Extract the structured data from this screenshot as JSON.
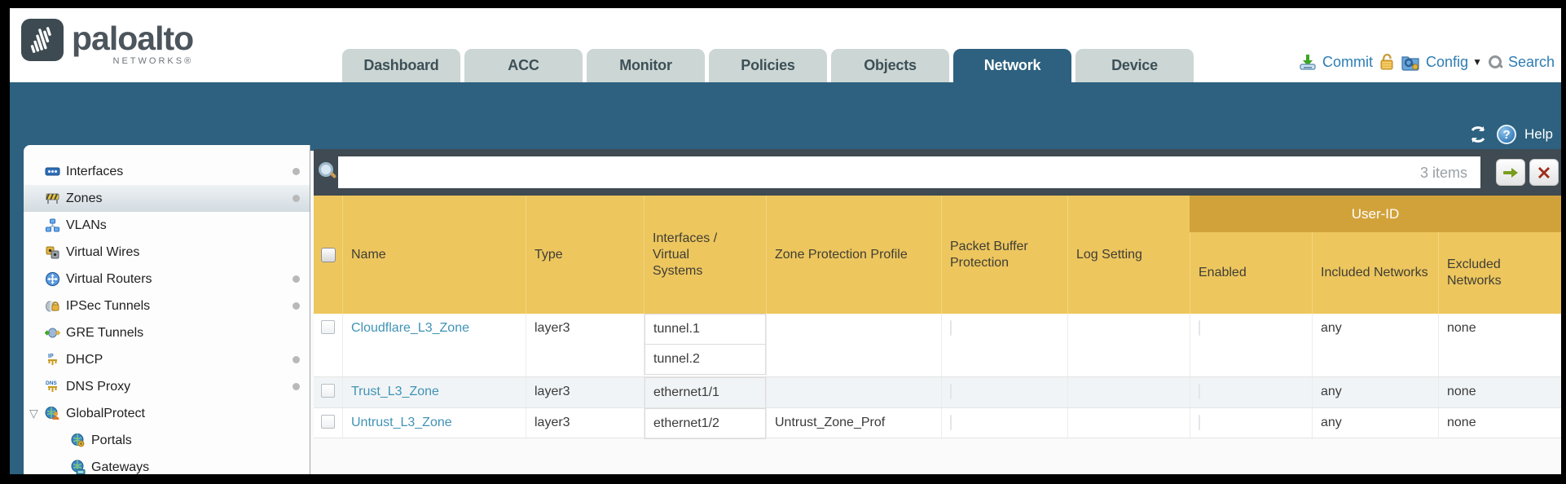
{
  "brand": {
    "name": "paloalto",
    "subtitle": "NETWORKS®"
  },
  "header": {
    "tabs": [
      {
        "label": "Dashboard",
        "active": false
      },
      {
        "label": "ACC",
        "active": false
      },
      {
        "label": "Monitor",
        "active": false
      },
      {
        "label": "Policies",
        "active": false
      },
      {
        "label": "Objects",
        "active": false
      },
      {
        "label": "Network",
        "active": true
      },
      {
        "label": "Device",
        "active": false
      }
    ],
    "actions": {
      "commit": "Commit",
      "config": "Config",
      "search": "Search"
    }
  },
  "toolbar": {
    "help_label": "Help"
  },
  "sidebar": {
    "items": [
      {
        "label": "Interfaces",
        "dot": true,
        "selected": false
      },
      {
        "label": "Zones",
        "dot": true,
        "selected": true
      },
      {
        "label": "VLANs",
        "dot": false,
        "selected": false
      },
      {
        "label": "Virtual Wires",
        "dot": false,
        "selected": false
      },
      {
        "label": "Virtual Routers",
        "dot": true,
        "selected": false
      },
      {
        "label": "IPSec Tunnels",
        "dot": true,
        "selected": false
      },
      {
        "label": "GRE Tunnels",
        "dot": false,
        "selected": false
      },
      {
        "label": "DHCP",
        "dot": true,
        "selected": false
      },
      {
        "label": "DNS Proxy",
        "dot": true,
        "selected": false
      },
      {
        "label": "GlobalProtect",
        "dot": false,
        "selected": false,
        "expanded": true
      },
      {
        "label": "Portals",
        "dot": false,
        "selected": false,
        "child": true
      },
      {
        "label": "Gateways",
        "dot": false,
        "selected": false,
        "child": true
      }
    ]
  },
  "filter": {
    "value": "",
    "count": "3 items"
  },
  "table": {
    "group_header": "User-ID",
    "columns": [
      "Name",
      "Type",
      "Interfaces / Virtual Systems",
      "Zone Protection Profile",
      "Packet Buffer Protection",
      "Log Setting",
      "Enabled",
      "Included Networks",
      "Excluded Networks"
    ],
    "rows": [
      {
        "name": "Cloudflare_L3_Zone",
        "type": "layer3",
        "interfaces": [
          "tunnel.1",
          "tunnel.2"
        ],
        "zone_protection_profile": "",
        "log_setting": "",
        "included_networks": "any",
        "excluded_networks": "none"
      },
      {
        "name": "Trust_L3_Zone",
        "type": "layer3",
        "interfaces": [
          "ethernet1/1"
        ],
        "zone_protection_profile": "",
        "log_setting": "",
        "included_networks": "any",
        "excluded_networks": "none"
      },
      {
        "name": "Untrust_L3_Zone",
        "type": "layer3",
        "interfaces": [
          "ethernet1/2"
        ],
        "zone_protection_profile": "Untrust_Zone_Prof",
        "log_setting": "",
        "included_networks": "any",
        "excluded_networks": "none"
      }
    ]
  },
  "icons": {
    "caret": "▼",
    "expander": "▽",
    "help_qmark": "?"
  },
  "colors": {
    "teal": "#2d617f",
    "amber": "#edc65e",
    "amber_dark": "#d2a23a",
    "slate": "#3f4a52",
    "link": "#3f93b5",
    "action_blue": "#2d7db3"
  }
}
